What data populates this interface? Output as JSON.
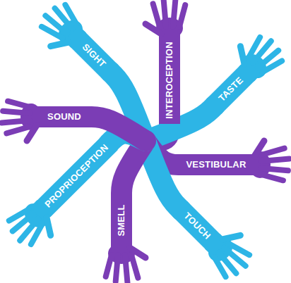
{
  "diagram": {
    "nodes": [
      {
        "text": [
          "SIGHT"
        ]
      },
      {
        "text": [
          "INTEROCEPTION"
        ]
      },
      {
        "text": [
          "TASTE"
        ]
      },
      {
        "text": [
          "VESTIBULAR"
        ]
      },
      {
        "text": [
          "TOUCH"
        ]
      },
      {
        "text": [
          "SMELL"
        ]
      },
      {
        "text": [
          "PROPRIOCEPTION"
        ]
      },
      {
        "text": [
          "SOUND"
        ]
      }
    ]
  }
}
